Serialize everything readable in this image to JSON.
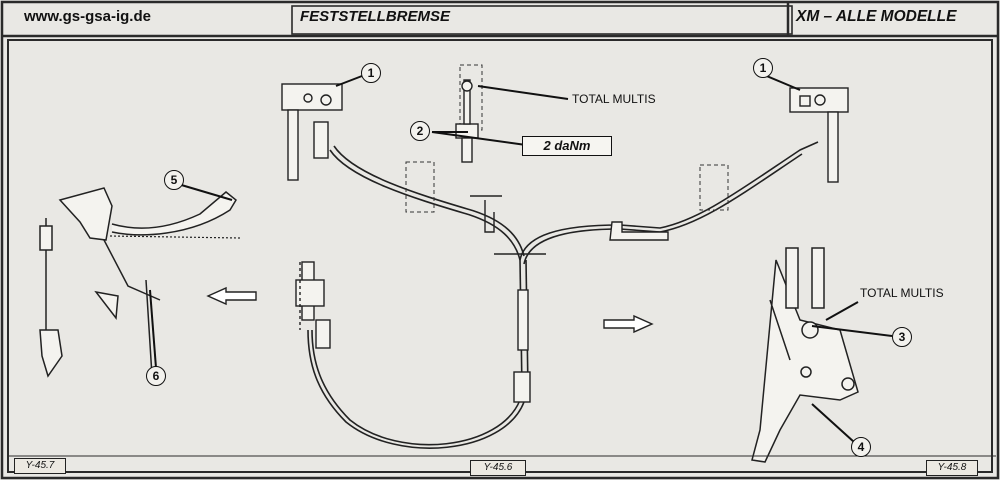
{
  "header": {
    "website": "www.gs-gsa-ig.de",
    "title": "FESTSTELLBREMSE",
    "models": "XM – ALLE MODELLE"
  },
  "callouts": {
    "c1_left": "1",
    "c1_right": "1",
    "c2": "2",
    "c3": "3",
    "c4": "4",
    "c5": "5",
    "c6": "6"
  },
  "labels": {
    "total_multis_top": "TOTAL MULTIS",
    "total_multis_right": "TOTAL MULTIS",
    "torque": "2 daNm"
  },
  "figure_refs": {
    "left": "Y-45.7",
    "center": "Y-45.6",
    "right": "Y-45.8"
  },
  "colors": {
    "ink": "#111111",
    "paper": "#e9e8e4",
    "frame": "#2a2a2a"
  }
}
